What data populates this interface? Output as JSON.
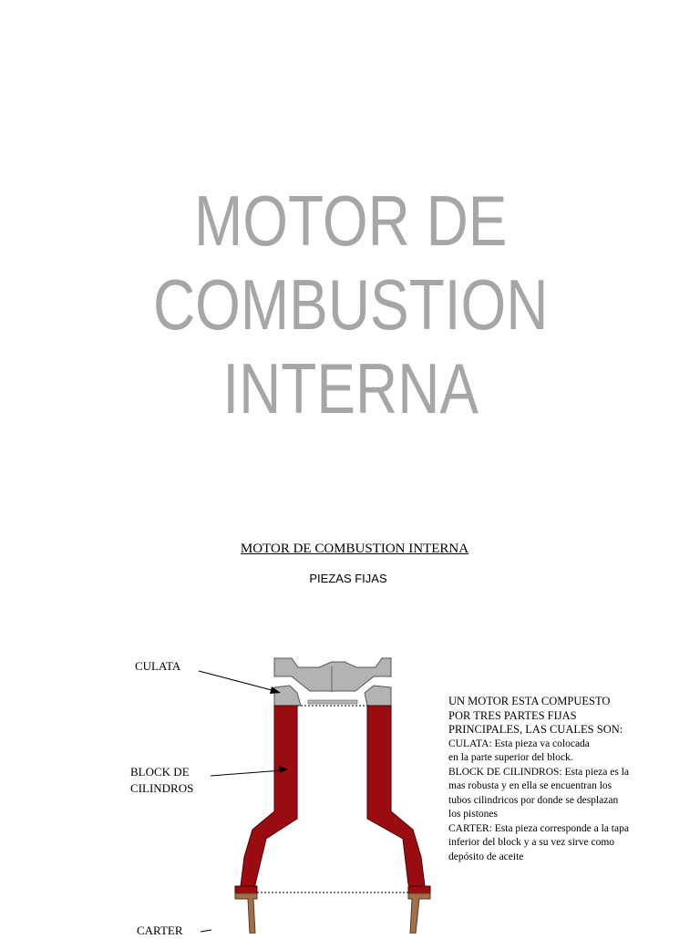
{
  "slide": {
    "title_line1": "MOTOR DE COMBUSTION",
    "title_line2": "INTERNA",
    "title_color": "#a6a6a6"
  },
  "document": {
    "heading": "MOTOR DE COMBUSTION INTERNA",
    "subheading": "PIEZAS FIJAS",
    "labels": {
      "culata": "CULATA",
      "block_line1": "BLOCK DE",
      "block_line2": "CILINDROS",
      "carter": "CARTER"
    },
    "description": [
      "UN MOTOR ESTA COMPUESTO",
      "POR TRES PARTES FIJAS",
      "PRINCIPALES, LAS CUALES SON:",
      "CULATA: Esta pieza va colocada",
      "en la parte superior del block.",
      "BLOCK DE CILINDROS: Esta pieza es la",
      "mas robusta y en ella se encuentran los",
      "tubos cilindricos por donde se desplazan",
      "los pistones",
      "CARTER: Esta pieza corresponde a la tapa",
      "inferior del block y a su vez sirve como",
      "depósito de aceite"
    ],
    "colors": {
      "culata": "#b3b3b3",
      "block": "#9b0c10",
      "carter": "#a0704a"
    }
  }
}
